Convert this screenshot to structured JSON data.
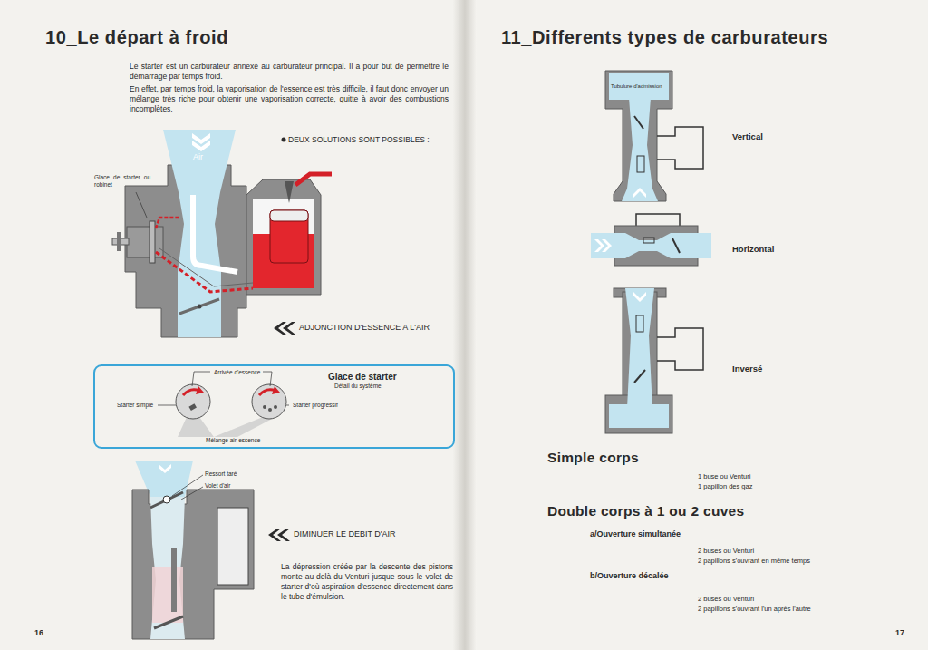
{
  "diagram": {
    "title": "10_Le départ à froid",
    "nodes": [
      {
        "text": [
          "Glace de starter",
          "Détail du système",
          "Arrivée d'essence",
          "Starter simple",
          "Starter progressif",
          "Mélange air-essence"
        ]
      }
    ],
    "labels": [
      "11_Differents types de carburateurs",
      "Le starter est un carburateur annexé au carburateur principal. Il a pour but de permettre le démarrage par temps froid.",
      "En effet, par temps froid, la vaporisation de l'essence est très difficile, il faut donc envoyer un mélange très riche pour obtenir une vaporisation correcte, quitte à avoir des combustions incomplètes.",
      "DEUX SOLUTIONS SONT POSSIBLES :",
      "Air",
      "Glace de starter ou robinet",
      "ADJONCTION D'ESSENCE A L'AIR",
      "Ressort taré",
      "Volet d'air",
      "DIMINUER LE DEBIT D'AIR",
      "La dépression créée par la descente des pistons monte au-delà du Venturi jusque sous le volet de starter d'où aspiration d'essence directement dans le tube d'émulsion.",
      "16",
      "Tubulure d'admission",
      "Vertical",
      "Horizontal",
      "Inversé",
      "Simple corps",
      "1 buse ou Venturi",
      "1 papillon des gaz",
      "Double corps à 1 ou 2 cuves",
      "a/Ouverture simultanée",
      "2 buses ou Venturi",
      "2 papillons s'ouvrant en même temps",
      "b/Ouverture décalée",
      "2 buses ou Venturi",
      "2 papillons s'ouvrant l'un après l'autre",
      "17"
    ]
  }
}
